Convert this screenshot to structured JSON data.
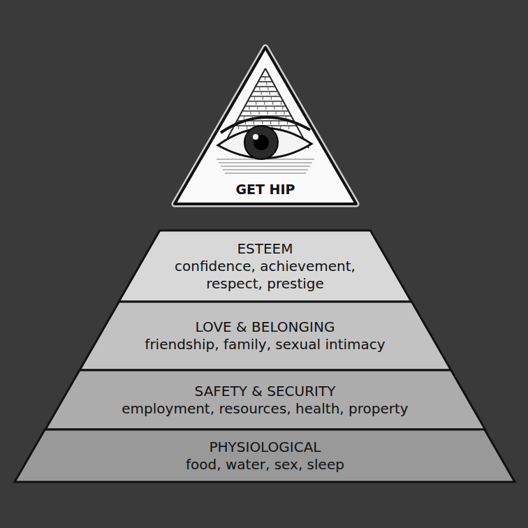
{
  "diagram": {
    "nodes": [
      {
        "text": [
          "GET HIP"
        ]
      },
      {
        "text": [
          "ESTEEM",
          "confidence, achievement, respect, prestige"
        ]
      },
      {
        "text": [
          "LOVE & BELONGING",
          "friendship, family, sexual intimacy"
        ]
      },
      {
        "text": [
          "SAFETY & SECURITY",
          "employment, resources, health, property"
        ]
      },
      {
        "text": [
          "PHYSIOLOGICAL",
          "food, water, sex, sleep"
        ]
      }
    ]
  }
}
